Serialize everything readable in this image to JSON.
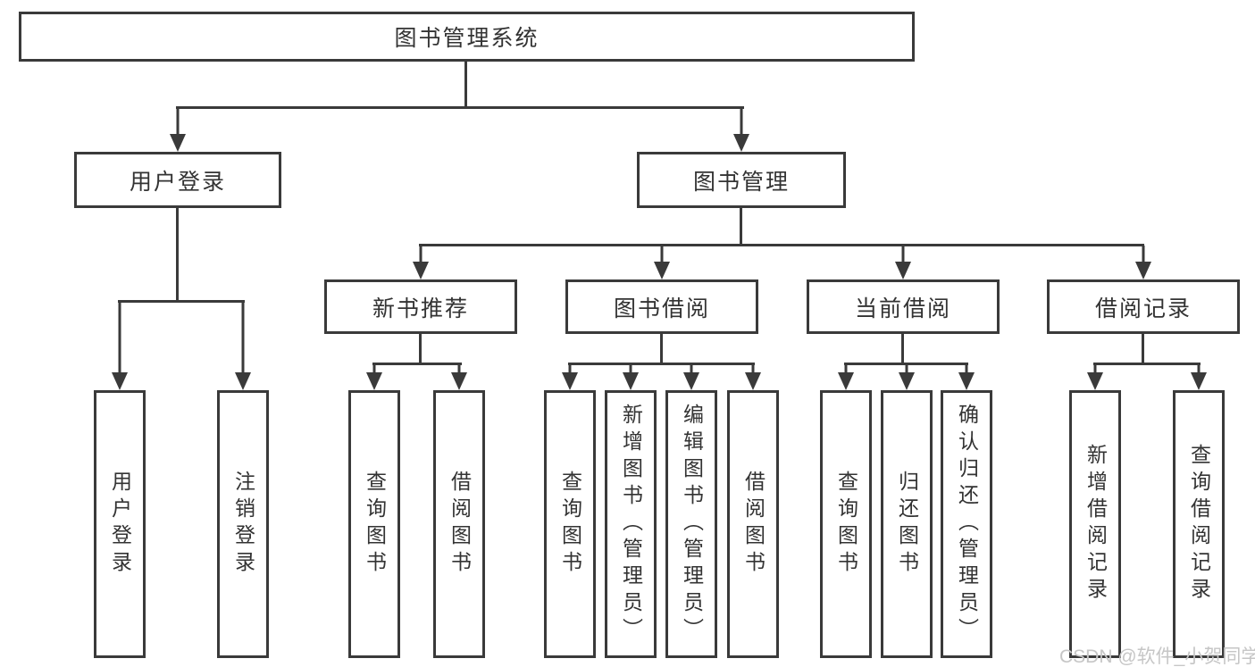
{
  "tree": {
    "root": "图书管理系统",
    "branches": [
      {
        "label": "用户登录",
        "children": [
          "用户登录",
          "注销登录"
        ]
      },
      {
        "label": "图书管理",
        "children": [
          {
            "label": "新书推荐",
            "children": [
              "查询图书",
              "借阅图书"
            ]
          },
          {
            "label": "图书借阅",
            "children": [
              "查询图书",
              "新增图书（管理员）",
              "编辑图书（管理员）",
              "借阅图书"
            ]
          },
          {
            "label": "当前借阅",
            "children": [
              "查询图书",
              "归还图书",
              "确认归还（管理员）"
            ]
          },
          {
            "label": "借阅记录",
            "children": [
              "新增借阅记录",
              "查询借阅记录"
            ]
          }
        ]
      }
    ]
  },
  "watermark": {
    "text": "CSDN @软件_小贺同学"
  },
  "colors": {
    "line": "#3a3a3a",
    "text": "#333333",
    "watermark": "#c6c6c6",
    "background": "#ffffff"
  }
}
